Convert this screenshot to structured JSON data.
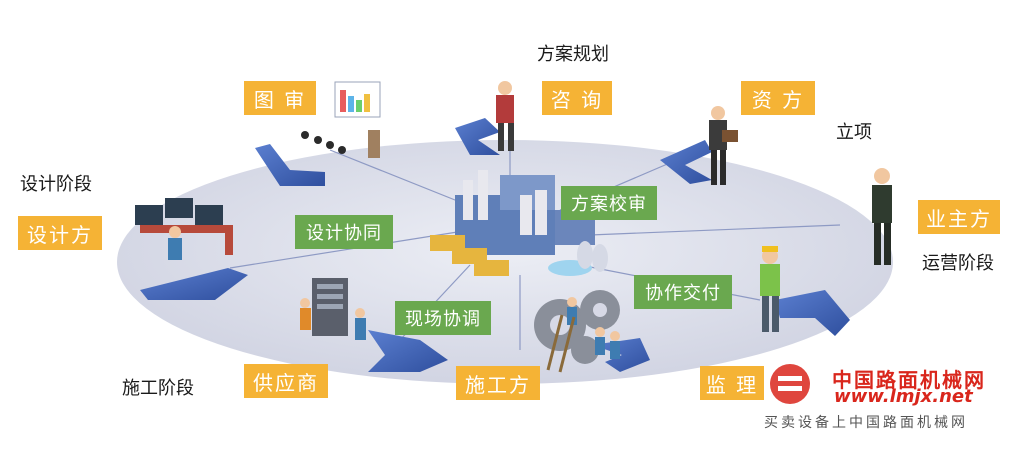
{
  "phases": {
    "planning": "方案规划",
    "approval": "立项",
    "design": "设计阶段",
    "operation": "运营阶段",
    "construction": "施工阶段"
  },
  "roles": {
    "drawing_review": "图 审",
    "consulting": "咨 询",
    "investor": "资 方",
    "owner": "业主方",
    "designer": "设计方",
    "supplier": "供应商",
    "contractor": "施工方",
    "supervisor": "监 理"
  },
  "activities": {
    "plan_review": "方案校审",
    "design_collab": "设计协同",
    "site_coord": "现场协调",
    "collab_delivery": "协作交付"
  },
  "watermark": {
    "name": "中国路面机械网",
    "url": "www.lmjx.net",
    "slogan": "买卖设备上中国路面机械网"
  },
  "colors": {
    "role_box": "#f5b335",
    "activity_box": "#6aa84f",
    "ellipse": "#d7d9e6",
    "arrow": "#3f62b5"
  }
}
